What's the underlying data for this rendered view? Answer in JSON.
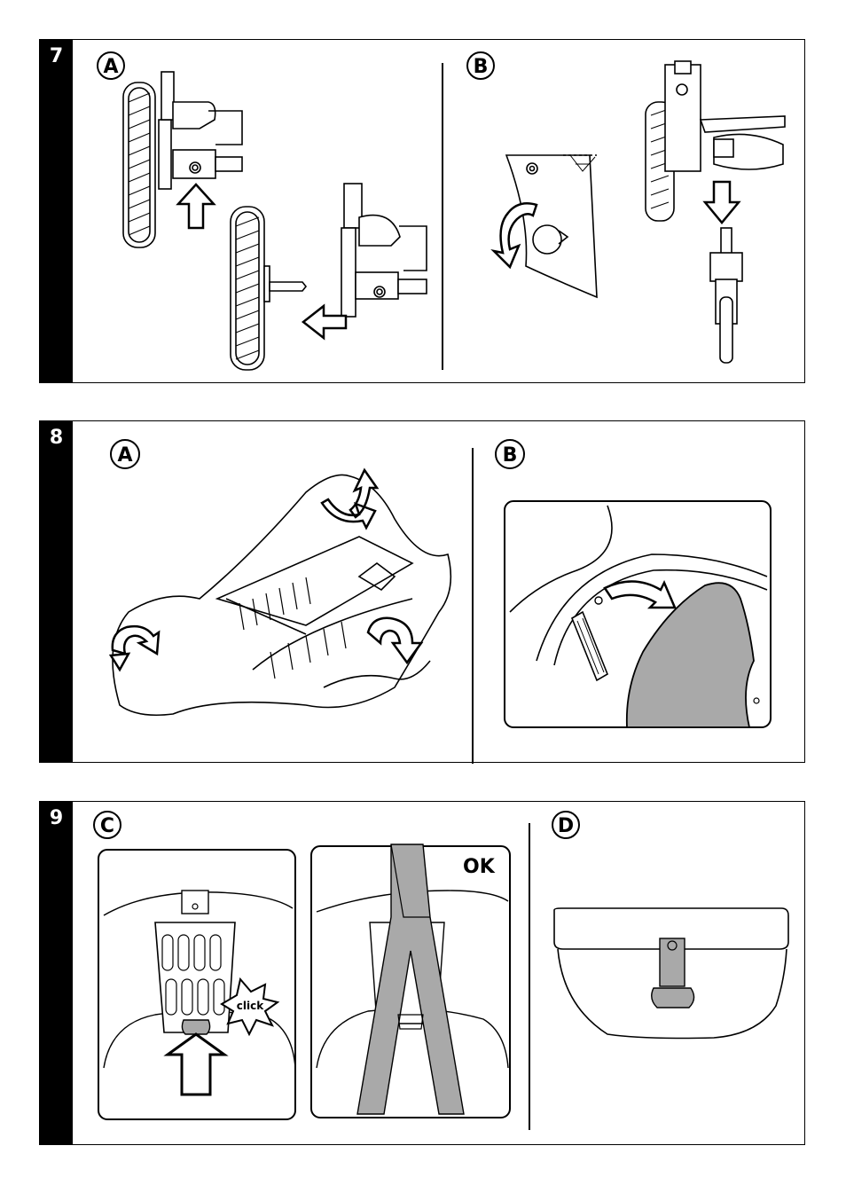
{
  "steps": [
    {
      "number": "7",
      "labels": [
        "A",
        "B"
      ]
    },
    {
      "number": "8",
      "labels": [
        "A",
        "B"
      ]
    },
    {
      "number": "9",
      "labels": [
        "C",
        "D"
      ]
    }
  ],
  "step9": {
    "click_text": "click",
    "ok_text": "OK"
  },
  "colors": {
    "ink": "#000000",
    "fill_gray": "#a9a9a9",
    "paper": "#ffffff"
  }
}
